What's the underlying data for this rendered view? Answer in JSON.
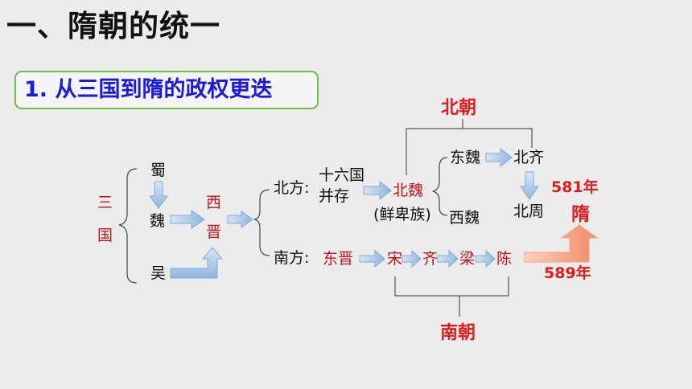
{
  "title": "一、隋朝的统一",
  "subtitle": "1. 从三国到隋的政权更迭",
  "three_kingdoms": {
    "label": "三国",
    "shu": "蜀",
    "wei": "魏",
    "wu": "吴"
  },
  "western_jin": "西晋",
  "north": {
    "label": "北方:",
    "sixteen": "十六国",
    "coexist": "并存",
    "northern_wei": "北魏",
    "xianbei": "(鲜卑族)",
    "eastern_wei": "东魏",
    "western_wei": "西魏",
    "northern_qi": "北齐",
    "northern_zhou": "北周",
    "group_label": "北朝"
  },
  "south": {
    "label": "南方:",
    "dynasties": [
      "东晋",
      "宋",
      "齐",
      "梁",
      "陈"
    ],
    "group_label": "南朝"
  },
  "sui": {
    "label": "隋",
    "year_581": "581年",
    "year_589": "589年"
  },
  "colors": {
    "arrow": "#a9c8ea",
    "arrow_stroke": "#6f9fd0",
    "red": "#c0141c",
    "bright_red": "#e11b1b",
    "orange_arrow": "#f4a68a",
    "green_border": "#6fbd4b",
    "blue_title": "#1a1adf"
  }
}
